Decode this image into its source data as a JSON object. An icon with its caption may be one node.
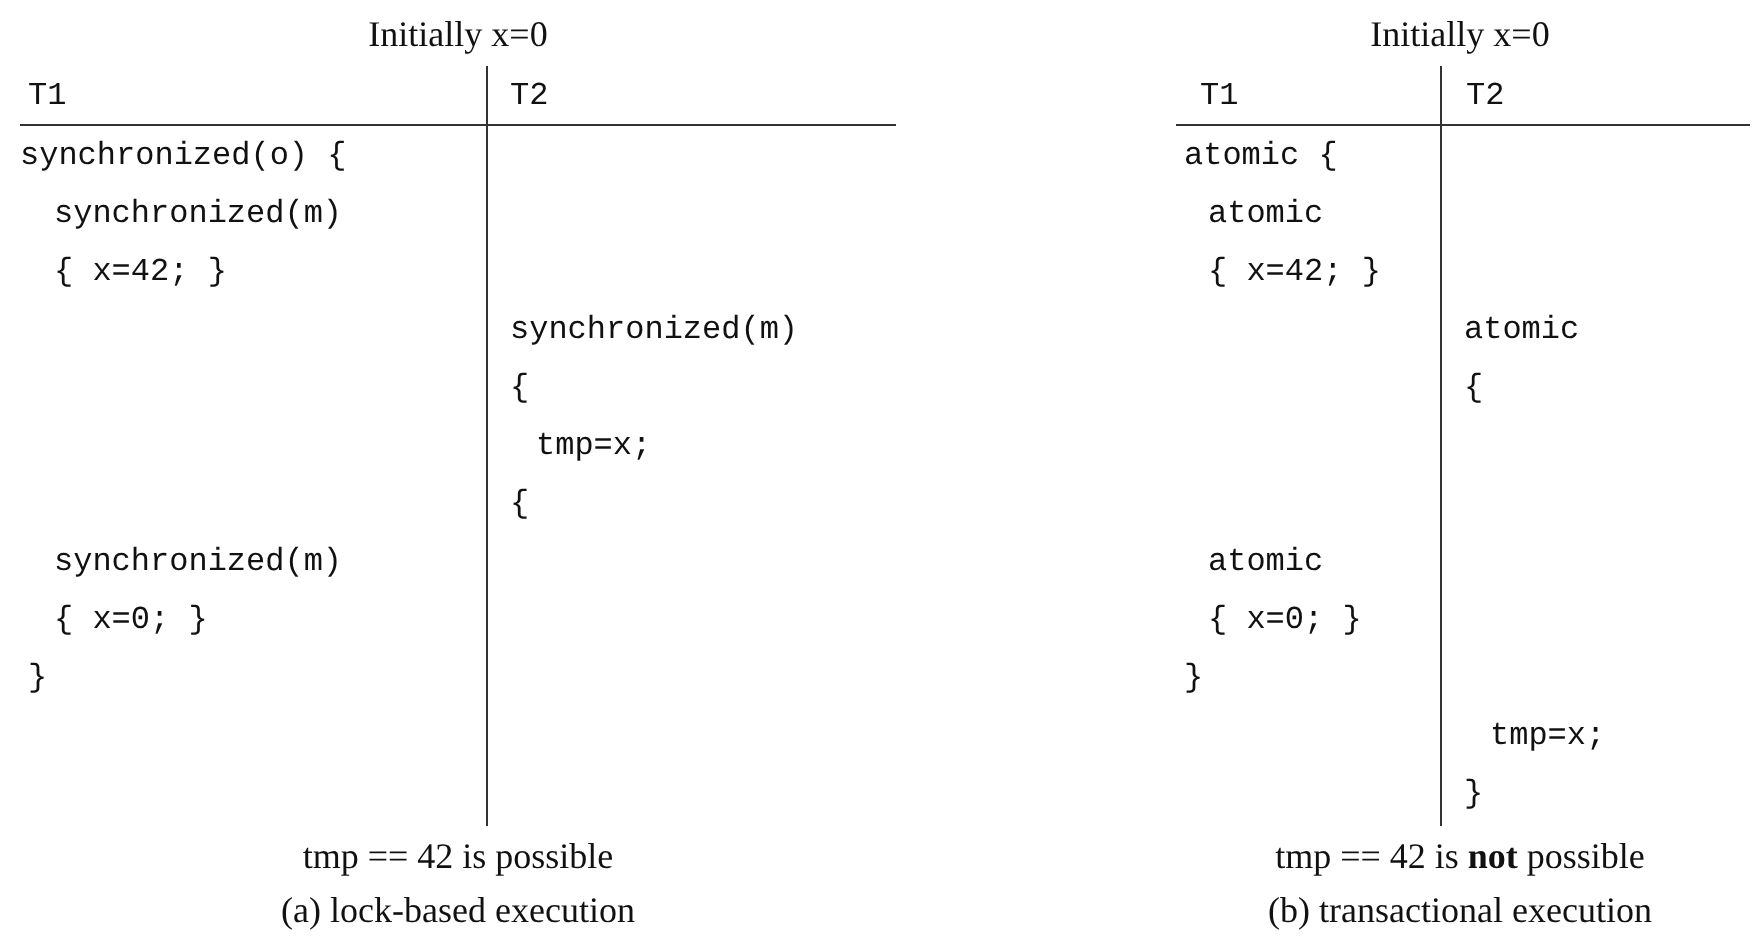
{
  "diagram": {
    "labels": [
      "Initially x=0",
      "T1",
      "T2",
      "synchronized(o) {",
      "synchronized(m)",
      "{ x=42; }",
      "synchronized(m)",
      "{",
      "tmp=x;",
      "{",
      "synchronized(m)",
      "{ x=0; }",
      "}",
      "tmp == 42 is possible",
      "(a) lock-based execution",
      "Initially x=0",
      "T1",
      "T2",
      "atomic {",
      "atomic",
      "{ x=42; }",
      "atomic",
      "{",
      "atomic",
      "{ x=0; }",
      "}",
      "tmp=x;",
      "}",
      "tmp == 42 is **not** possible",
      "(b) transactional execution"
    ]
  }
}
